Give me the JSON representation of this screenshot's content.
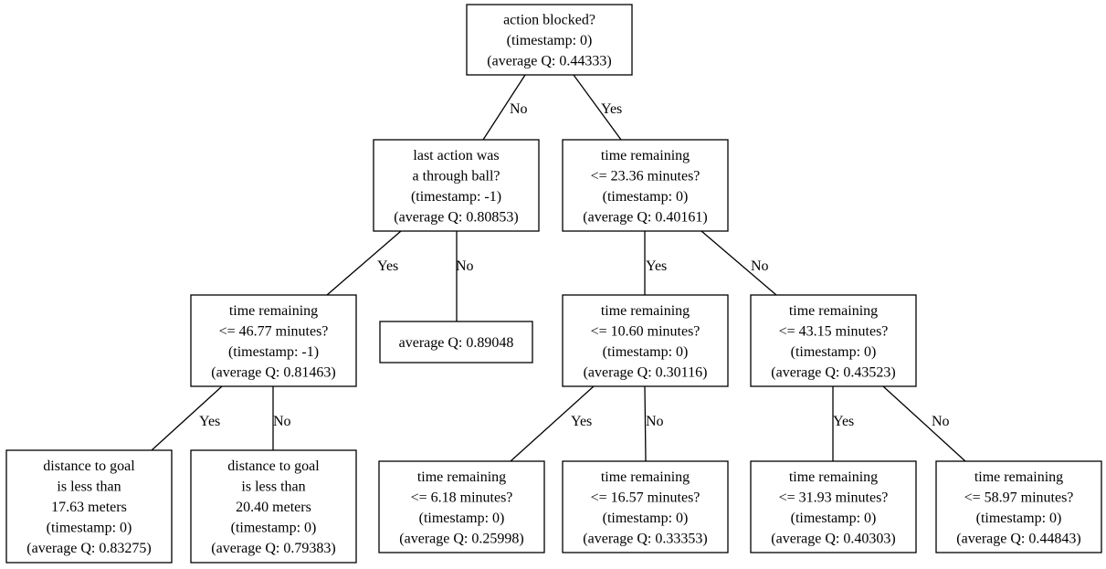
{
  "tree": {
    "nodes": {
      "root": {
        "lines": [
          "action blocked?",
          "(timestamp: 0)",
          "(average Q: 0.44333)"
        ]
      },
      "n_no": {
        "lines": [
          "last action was",
          "a through ball?",
          "(timestamp: -1)",
          "(average Q: 0.80853)"
        ]
      },
      "n_yes": {
        "lines": [
          "time remaining",
          "<= 23.36 minutes?",
          "(timestamp: 0)",
          "(average Q: 0.40161)"
        ]
      },
      "n_t4677": {
        "lines": [
          "time remaining",
          "<= 46.77 minutes?",
          "(timestamp: -1)",
          "(average Q: 0.81463)"
        ]
      },
      "n_leafQ": {
        "lines": [
          "average Q: 0.89048"
        ]
      },
      "n_t1060": {
        "lines": [
          "time remaining",
          "<= 10.60 minutes?",
          "(timestamp: 0)",
          "(average Q: 0.30116)"
        ]
      },
      "n_t4315": {
        "lines": [
          "time remaining",
          "<= 43.15 minutes?",
          "(timestamp: 0)",
          "(average Q: 0.43523)"
        ]
      },
      "n_d1763": {
        "lines": [
          "distance to goal",
          "is less than",
          "17.63 meters",
          "(timestamp: 0)",
          "(average Q: 0.83275)"
        ]
      },
      "n_d2040": {
        "lines": [
          "distance to goal",
          "is less than",
          "20.40 meters",
          "(timestamp: 0)",
          "(average Q: 0.79383)"
        ]
      },
      "n_t618": {
        "lines": [
          "time remaining",
          "<= 6.18 minutes?",
          "(timestamp: 0)",
          "(average Q: 0.25998)"
        ]
      },
      "n_t1657": {
        "lines": [
          "time remaining",
          "<= 16.57 minutes?",
          "(timestamp: 0)",
          "(average Q: 0.33353)"
        ]
      },
      "n_t3193": {
        "lines": [
          "time remaining",
          "<= 31.93 minutes?",
          "(timestamp: 0)",
          "(average Q: 0.40303)"
        ]
      },
      "n_t5897": {
        "lines": [
          "time remaining",
          "<= 58.97 minutes?",
          "(timestamp: 0)",
          "(average Q: 0.44843)"
        ]
      }
    },
    "edges": [
      {
        "from": "root",
        "to": "n_no",
        "label": "No"
      },
      {
        "from": "root",
        "to": "n_yes",
        "label": "Yes"
      },
      {
        "from": "n_no",
        "to": "n_t4677",
        "label": "Yes"
      },
      {
        "from": "n_no",
        "to": "n_leafQ",
        "label": "No"
      },
      {
        "from": "n_yes",
        "to": "n_t1060",
        "label": "Yes"
      },
      {
        "from": "n_yes",
        "to": "n_t4315",
        "label": "No"
      },
      {
        "from": "n_t4677",
        "to": "n_d1763",
        "label": "Yes"
      },
      {
        "from": "n_t4677",
        "to": "n_d2040",
        "label": "No"
      },
      {
        "from": "n_t1060",
        "to": "n_t618",
        "label": "Yes"
      },
      {
        "from": "n_t1060",
        "to": "n_t1657",
        "label": "No"
      },
      {
        "from": "n_t4315",
        "to": "n_t3193",
        "label": "Yes"
      },
      {
        "from": "n_t4315",
        "to": "n_t5897",
        "label": "No"
      }
    ]
  }
}
